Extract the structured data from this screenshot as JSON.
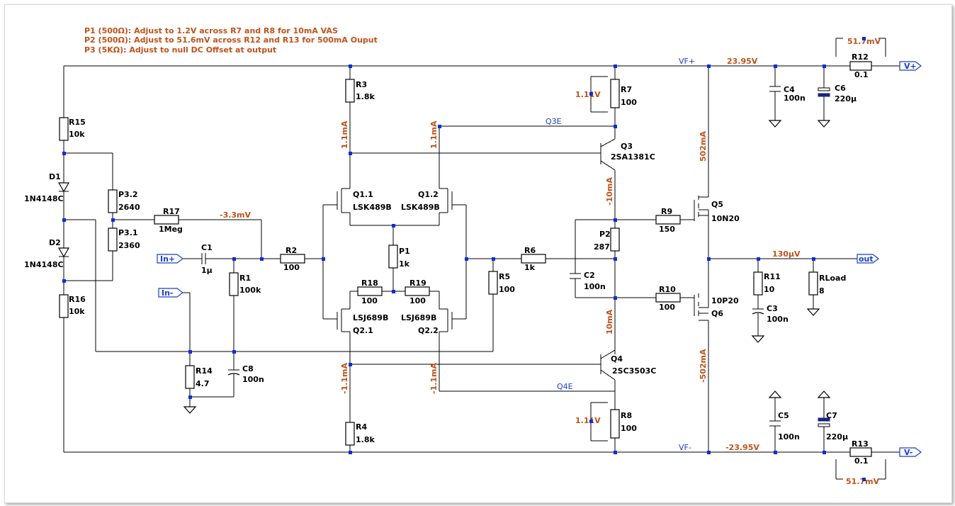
{
  "notes": [
    "P1 (500Ω):  Adjust to 1.2V across R7 and R8 for 10mA VAS",
    "P2 (500Ω):  Adjust to 51.6mV across R12 and R13 for 500mA Ouput",
    "P3 (5KΩ):  Adjust to null DC Offset at output"
  ],
  "ports": {
    "in_plus": "In+",
    "in_minus": "In-",
    "out": "out",
    "v_plus": "V+",
    "v_minus": "V-"
  },
  "nets": {
    "vf_plus": "VF+",
    "vf_minus": "VF-",
    "q3e": "Q3E",
    "q4e": "Q4E"
  },
  "measurements": {
    "v_rail_plus": "23.95V",
    "v_rail_minus": "-23.95V",
    "v_r12": "51.7mV",
    "v_r13": "51.7mV",
    "v_r7": "1.11V",
    "v_r8": "1.11V",
    "v_r17": "-3.3mV",
    "v_out": "130μV",
    "i_r3": "1.1mA",
    "i_q12": "1.1mA",
    "i_r4": "-1.1mA",
    "i_q22": "-1.1mA",
    "i_q3": "-10mA",
    "i_q4": "10mA",
    "i_q5": "502mA",
    "i_q6": "-502mA"
  },
  "components": {
    "R15": {
      "name": "R15",
      "value": "10k"
    },
    "D1": {
      "name": "D1",
      "value": "1N4148C"
    },
    "D2": {
      "name": "D2",
      "value": "1N4148C"
    },
    "R16": {
      "name": "R16",
      "value": "10k"
    },
    "P32": {
      "name": "P3.2",
      "value": "2640"
    },
    "P31": {
      "name": "P3.1",
      "value": "2360"
    },
    "R17": {
      "name": "R17",
      "value": "1Meg"
    },
    "C1": {
      "name": "C1",
      "value": "1μ"
    },
    "R1": {
      "name": "R1",
      "value": "100k"
    },
    "R2": {
      "name": "R2",
      "value": "100"
    },
    "R14": {
      "name": "R14",
      "value": "4.7"
    },
    "C8": {
      "name": "C8",
      "value": "100n"
    },
    "R3": {
      "name": "R3",
      "value": "1.8k"
    },
    "R4": {
      "name": "R4",
      "value": "1.8k"
    },
    "Q11": {
      "name": "Q1.1",
      "value": "LSK489B"
    },
    "Q12": {
      "name": "Q1.2",
      "value": "LSK489B"
    },
    "Q21": {
      "name": "Q2.1",
      "value": "LSJ689B"
    },
    "Q22": {
      "name": "Q2.2",
      "value": "LSJ689B"
    },
    "P1": {
      "name": "P1",
      "value": "1k"
    },
    "R18": {
      "name": "R18",
      "value": "100"
    },
    "R19": {
      "name": "R19",
      "value": "100"
    },
    "R5": {
      "name": "R5",
      "value": "100"
    },
    "R6": {
      "name": "R6",
      "value": "1k"
    },
    "C2": {
      "name": "C2",
      "value": "100n"
    },
    "R7": {
      "name": "R7",
      "value": "100"
    },
    "R8": {
      "name": "R8",
      "value": "100"
    },
    "Q3": {
      "name": "Q3",
      "value": "2SA1381C"
    },
    "Q4": {
      "name": "Q4",
      "value": "2SC3503C"
    },
    "P2": {
      "name": "P2",
      "value": "287"
    },
    "R9": {
      "name": "R9",
      "value": "150"
    },
    "R10": {
      "name": "R10",
      "value": "100"
    },
    "Q5": {
      "name": "Q5",
      "value": "10N20"
    },
    "Q6": {
      "name": "Q6",
      "value": "10P20"
    },
    "R11": {
      "name": "R11",
      "value": "10"
    },
    "C3": {
      "name": "C3",
      "value": "100n"
    },
    "RLoad": {
      "name": "RLoad",
      "value": "8"
    },
    "C4": {
      "name": "C4",
      "value": "100n"
    },
    "C6": {
      "name": "C6",
      "value": "220μ"
    },
    "C5": {
      "name": "C5",
      "value": "100n"
    },
    "C7": {
      "name": "C7",
      "value": "220μ"
    },
    "R12": {
      "name": "R12",
      "value": "0.1"
    },
    "R13": {
      "name": "R13",
      "value": "0.1"
    }
  },
  "colors": {
    "wire": "#000000",
    "junction": "#0a2fd6",
    "measurement": "#c0521a",
    "net_label": "#1a3fc8"
  }
}
